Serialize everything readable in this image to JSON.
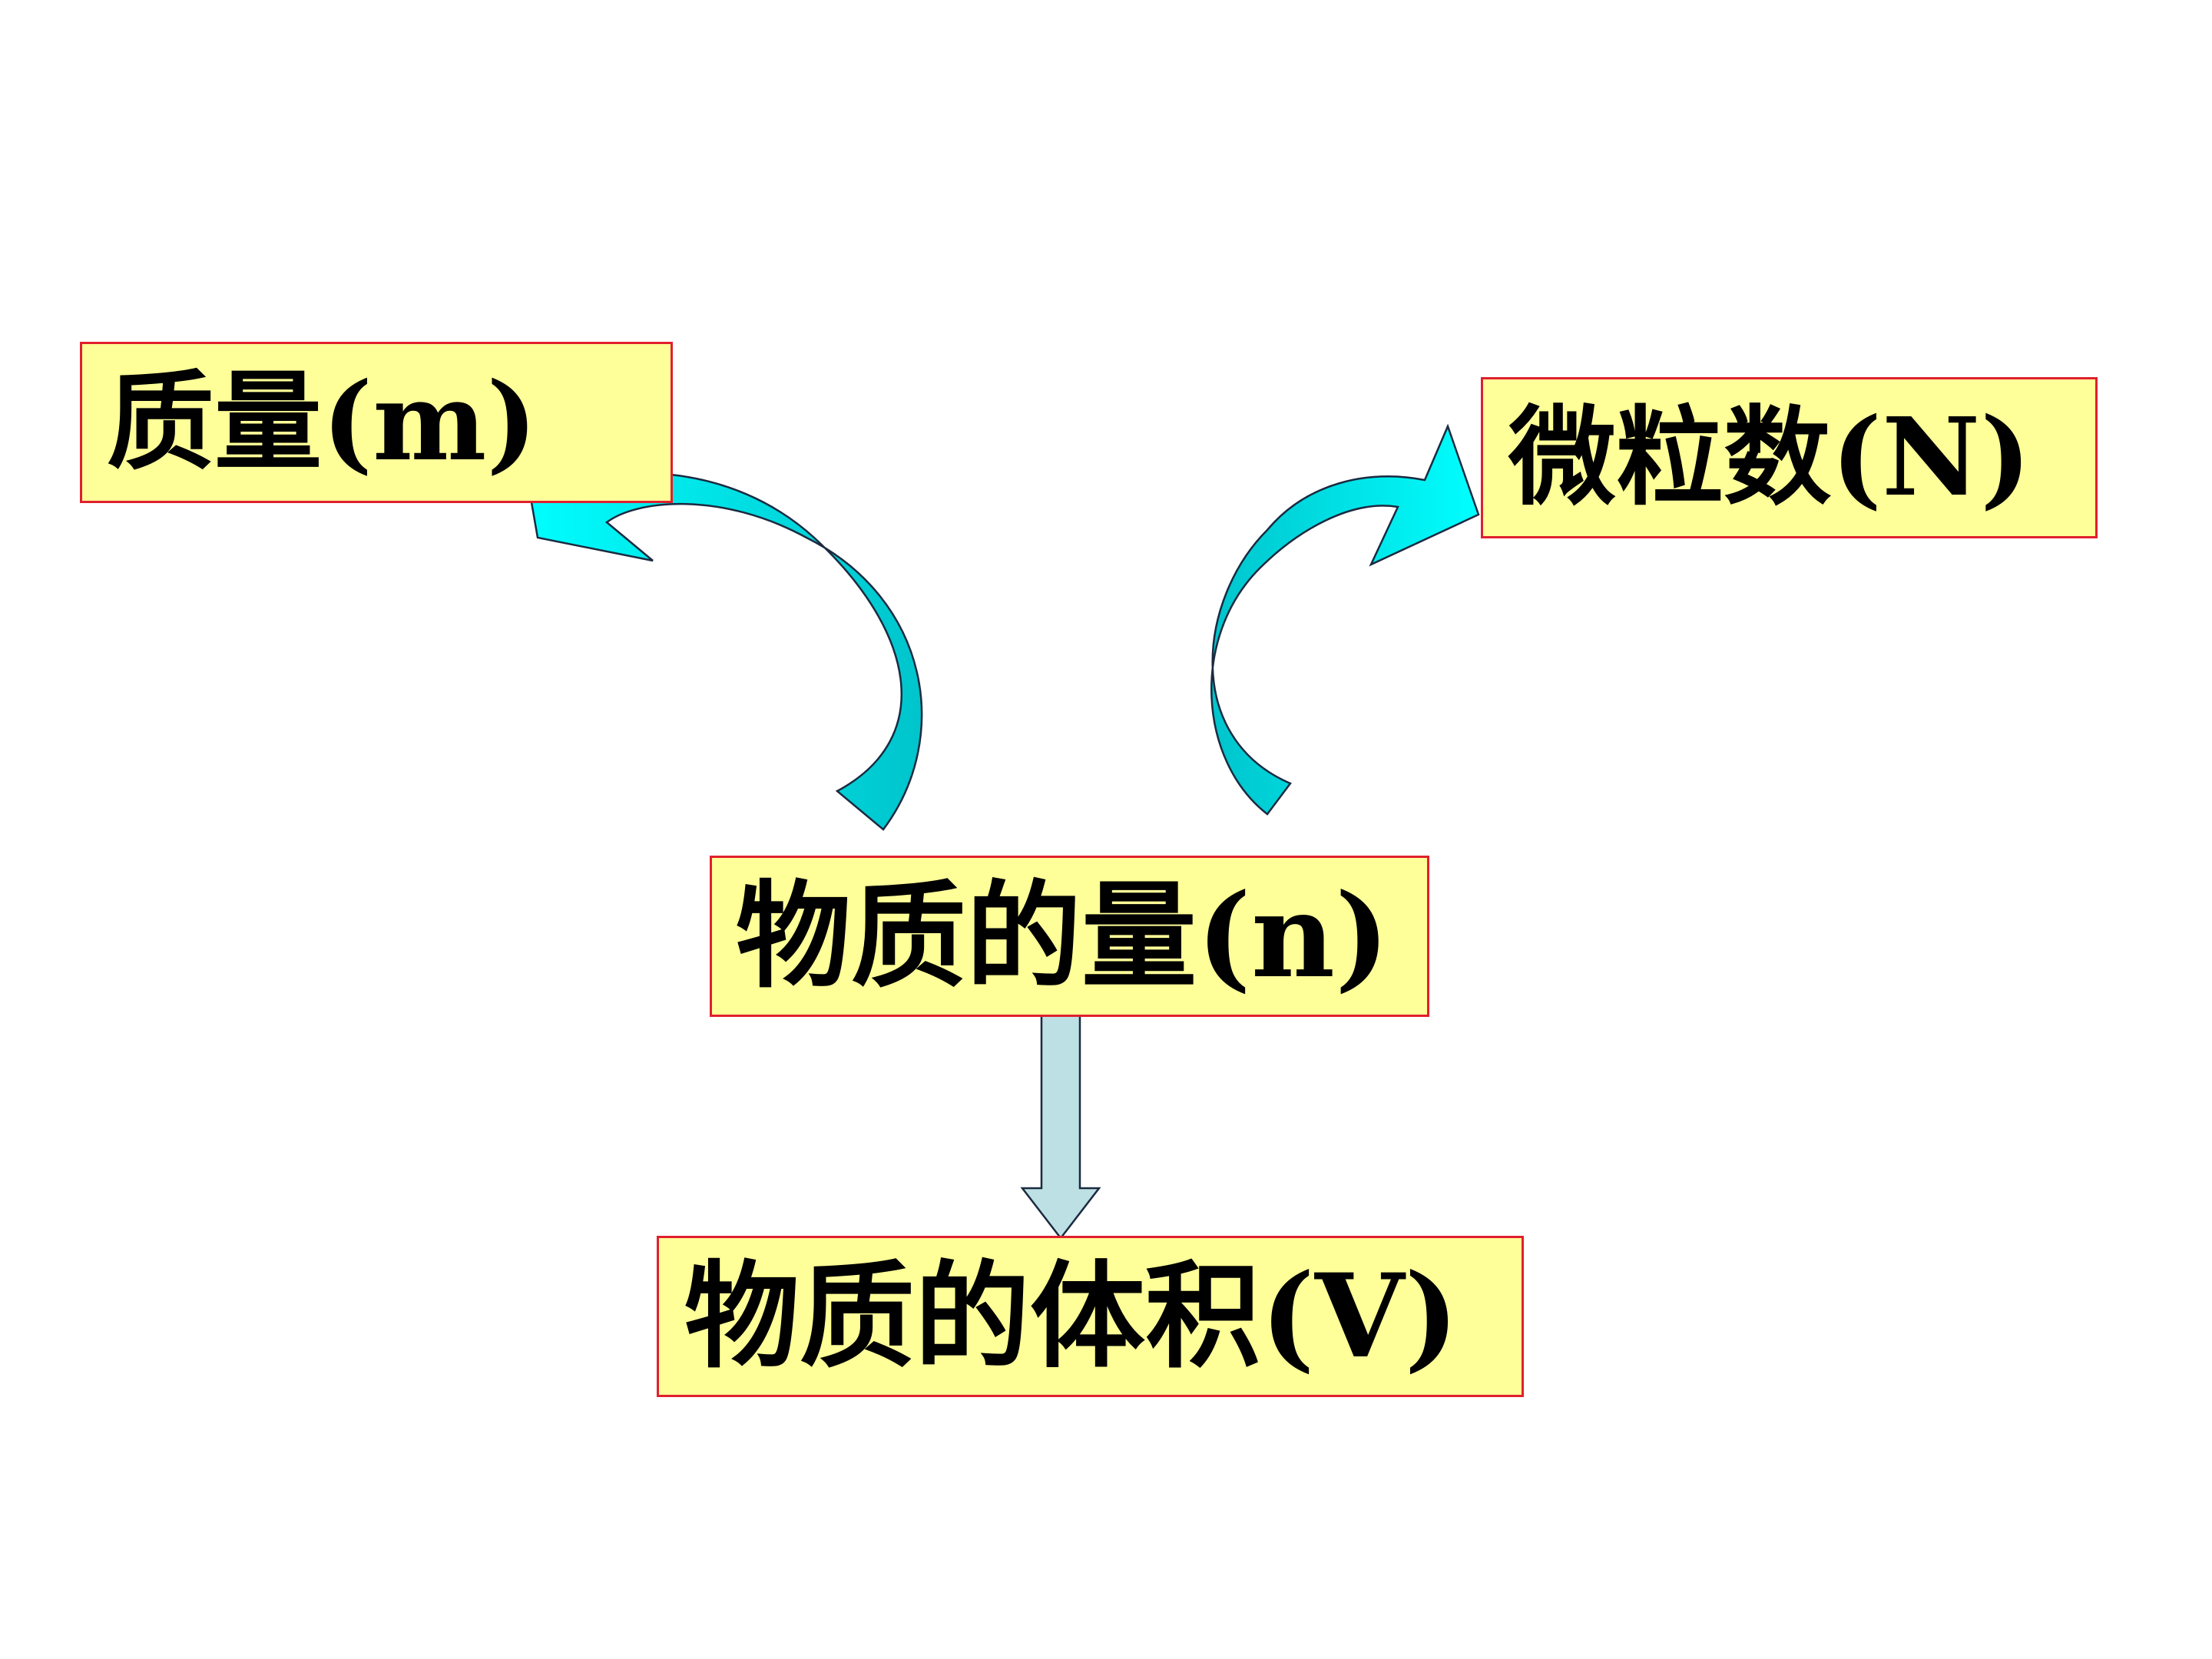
{
  "nodes": {
    "mass": {
      "label": "质量(m)"
    },
    "particles": {
      "label": "微粒数(N)"
    },
    "amount": {
      "label": "物质的量(n)"
    },
    "volume": {
      "label": "物质的体积(V)"
    }
  },
  "colors": {
    "box_fill": "#ffff99",
    "box_border": "#e0202e",
    "curved_arrow_light": "#00ffff",
    "curved_arrow_dark": "#00c4cc",
    "down_arrow": "#bde0e4",
    "text": "#000000"
  },
  "arrows": [
    {
      "from": "amount",
      "to": "mass",
      "style": "curved"
    },
    {
      "from": "amount",
      "to": "particles",
      "style": "curved"
    },
    {
      "from": "amount",
      "to": "volume",
      "style": "straight"
    }
  ]
}
